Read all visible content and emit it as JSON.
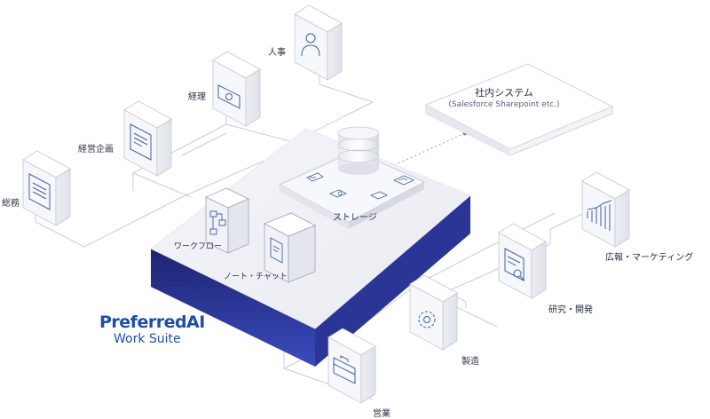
{
  "departments": {
    "jinji": "人事",
    "keiri": "経理",
    "keiei": "経営企画",
    "soumu": "総務",
    "kouhou": "広報・マーケティング",
    "kenkyu": "研究・開発",
    "seizo": "製造",
    "eigyo": "営業"
  },
  "platform": {
    "storage": "ストレージ",
    "workflow": "ワークフロー",
    "note_chat": "ノート・チャット"
  },
  "internal_system": {
    "title": "社内システム",
    "subtitle": "(Salesforce Sharepoint etc.)"
  },
  "brand": {
    "name": "PreferredAI",
    "product": "Work Suite",
    "color": "#1f4ea8"
  },
  "colors": {
    "base_top": "#1c2470",
    "base_bottom": "#313fae",
    "line": "#c9ccd6",
    "icon": "#3d5fa8"
  }
}
